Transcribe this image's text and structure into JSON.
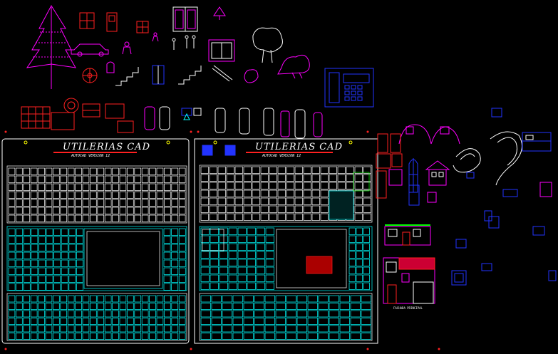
{
  "sheet_left": {
    "title": "UTILERIAS CAD",
    "subtitle": "AUTOCAD VERSION 12"
  },
  "sheet_right": {
    "title": "UTILERIAS CAD",
    "subtitle": "AUTOCAD VERSION 12"
  },
  "facade_caption": "FACHADA PRINCIPAL",
  "colors": {
    "background": "#000000",
    "magenta": "#ff00ff",
    "white": "#ffffff",
    "cyan": "#00ffff",
    "blue": "#2233ff",
    "red": "#ff2020",
    "green": "#00ff00",
    "yellow": "#ffff00"
  },
  "icons": [
    "tree-icon",
    "car-icon",
    "door-icon",
    "window-icon",
    "stair-icon",
    "phone-icon",
    "computer-icon",
    "arch-icon"
  ]
}
